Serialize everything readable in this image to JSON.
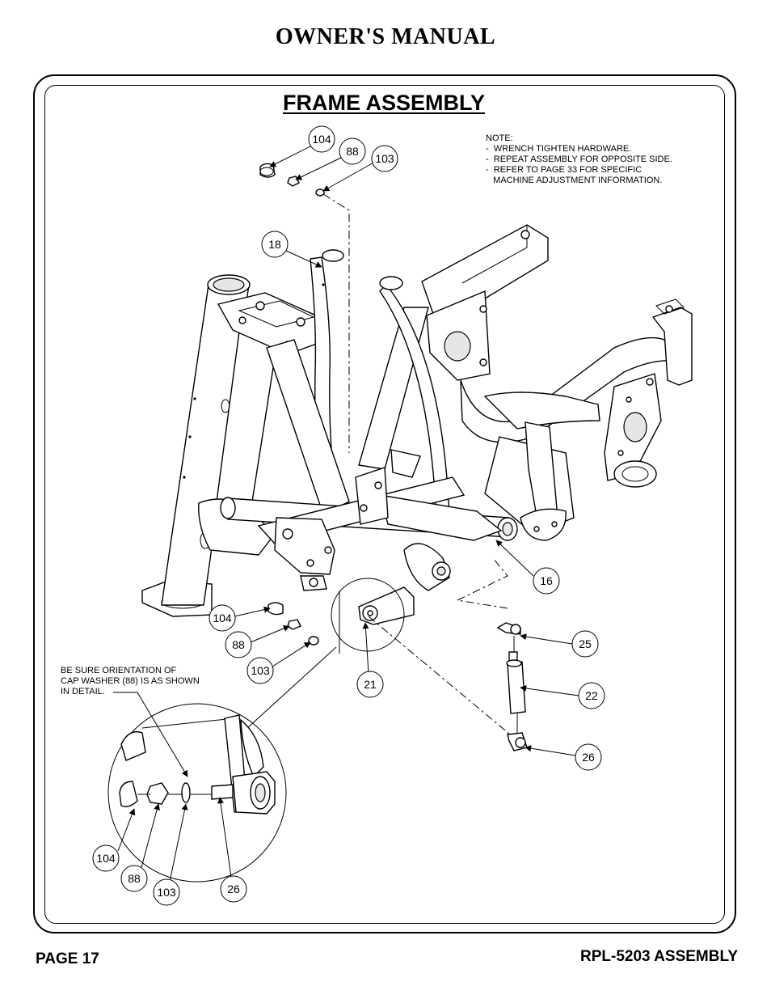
{
  "header": {
    "title": "OWNER'S MANUAL"
  },
  "section": {
    "title": "FRAME ASSEMBLY"
  },
  "note": {
    "lines": [
      "NOTE:",
      "-  WRENCH TIGHTEN HARDWARE.",
      "-  REPEAT ASSEMBLY FOR OPPOSITE SIDE.",
      "-  REFER TO PAGE 33 FOR SPECIFIC",
      "   MACHINE ADJUSTMENT INFORMATION."
    ]
  },
  "orientation_note": {
    "lines": [
      "BE SURE ORIENTATION OF",
      "CAP WASHER (88) IS AS SHOWN",
      "IN DETAIL."
    ]
  },
  "callouts": {
    "top_104": "104",
    "top_88": "88",
    "top_103": "103",
    "c18": "18",
    "c16": "16",
    "mid_104": "104",
    "mid_88": "88",
    "mid_103": "103",
    "c21": "21",
    "c25": "25",
    "c22": "22",
    "c26": "26",
    "det_104": "104",
    "det_88": "88",
    "det_103": "103",
    "det_26": "26"
  },
  "footer": {
    "page": "PAGE 17",
    "model": "RPL-5203 ASSEMBLY"
  }
}
